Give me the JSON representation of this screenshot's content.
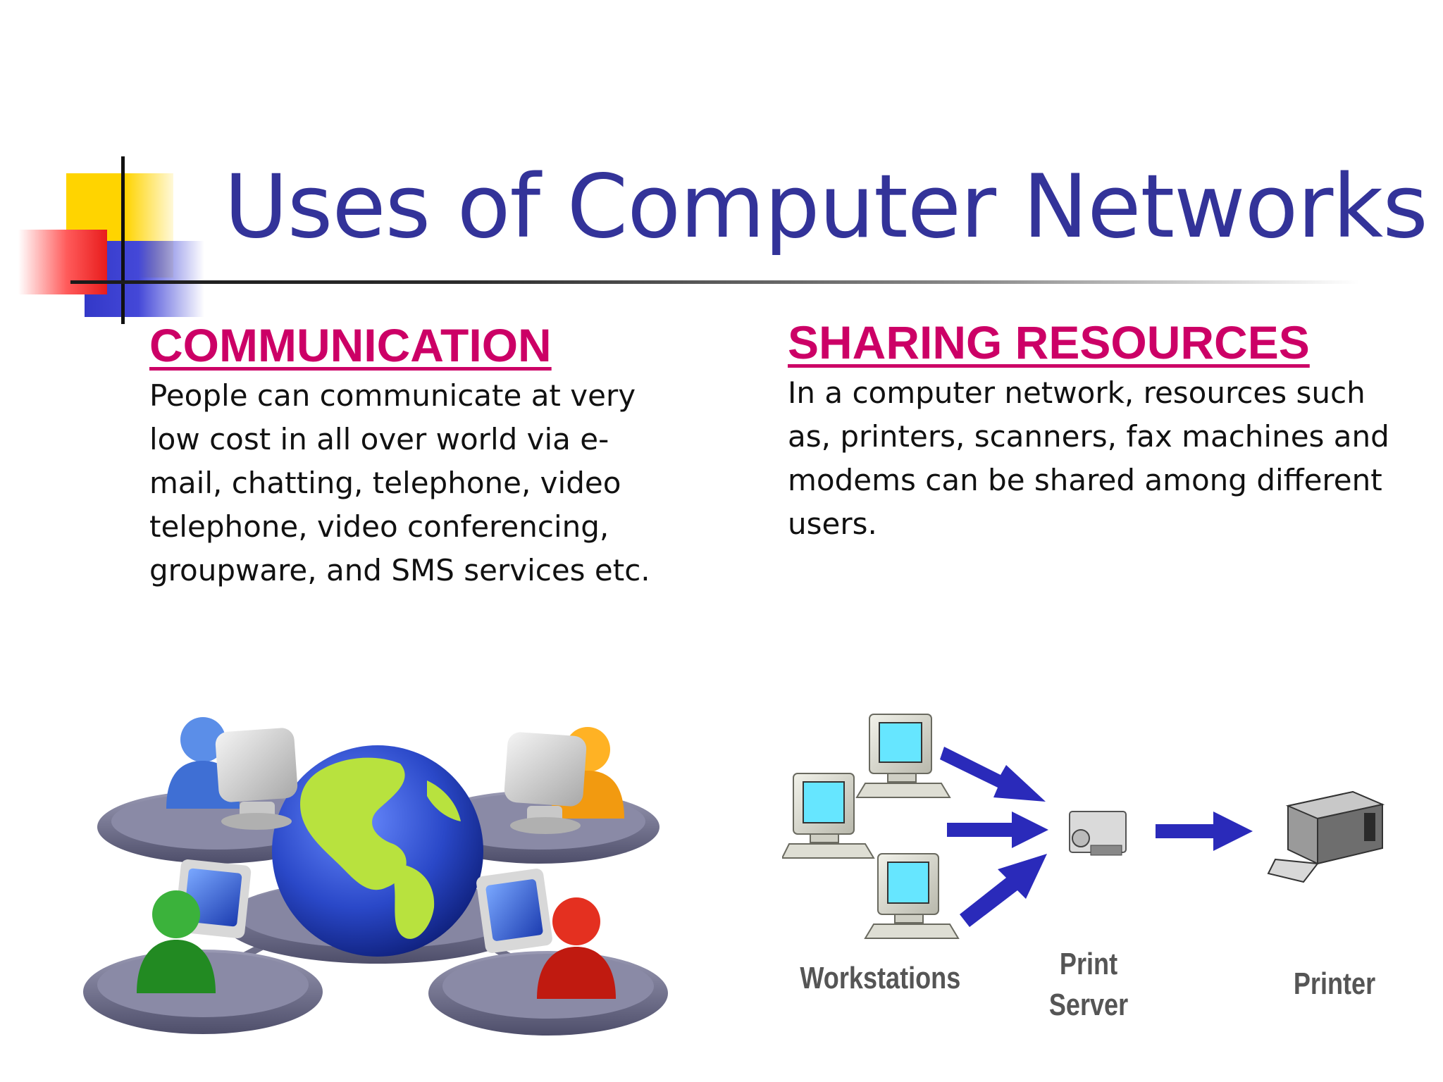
{
  "slide": {
    "title": "Uses of Computer Networks",
    "colors": {
      "title": "#333399",
      "heading": "#cc0066",
      "body": "#111111"
    }
  },
  "communication": {
    "heading": "COMMUNICATION",
    "lines": [
      "People can communicate at very",
      "low cost in all over world via e-",
      "mail, chatting, telephone, video",
      "telephone, video conferencing,",
      "groupware, and SMS services etc."
    ],
    "illustration": "network-globe-users-icon"
  },
  "sharing": {
    "heading": "SHARING RESOURCES",
    "lines": [
      "In a computer network, resources such",
      "as, printers, scanners, fax machines and",
      "modems can be shared among different",
      "users."
    ],
    "diagram": {
      "workstations_label": "Workstations",
      "print_server_label_line1": "Print",
      "print_server_label_line2": "Server",
      "printer_label": "Printer"
    }
  }
}
